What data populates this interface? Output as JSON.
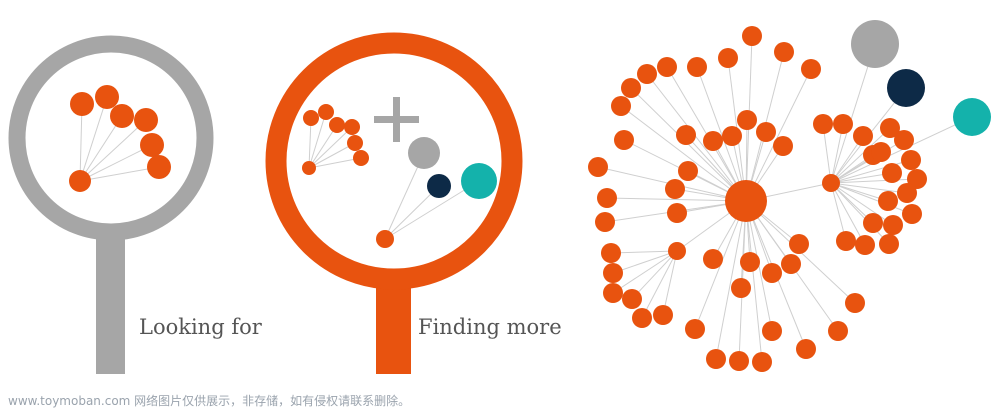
{
  "labels": {
    "looking_for": "Looking for",
    "finding_more": "Finding more"
  },
  "watermark": "www.toymoban.com 网络图片仅供展示，非存储，如有侵权请联系删除。",
  "colors": {
    "orange": "#E8530F",
    "gray": "#A6A6A6",
    "navy": "#0D2A47",
    "teal": "#14B2AB",
    "edge": "#CFCFCF",
    "text": "#555555"
  },
  "icons": [
    "magnifier-gray",
    "magnifier-orange",
    "plus-sign"
  ]
}
